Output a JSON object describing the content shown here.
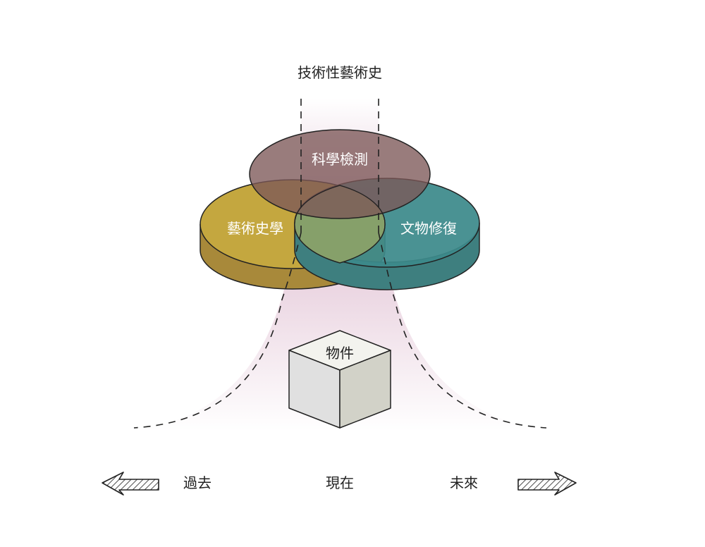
{
  "title": "技術性藝術史",
  "disciplines": {
    "scientific_analysis": "科學檢測",
    "art_history": "藝術史學",
    "conservation": "文物修復"
  },
  "object_label": "物件",
  "timeline": {
    "past": "過去",
    "present": "現在",
    "future": "未來"
  },
  "colors": {
    "scientific_analysis": "#8f6a6a",
    "art_history": "#c4a73f",
    "conservation": "#3c8a8b",
    "beam": "#c98fb0"
  }
}
